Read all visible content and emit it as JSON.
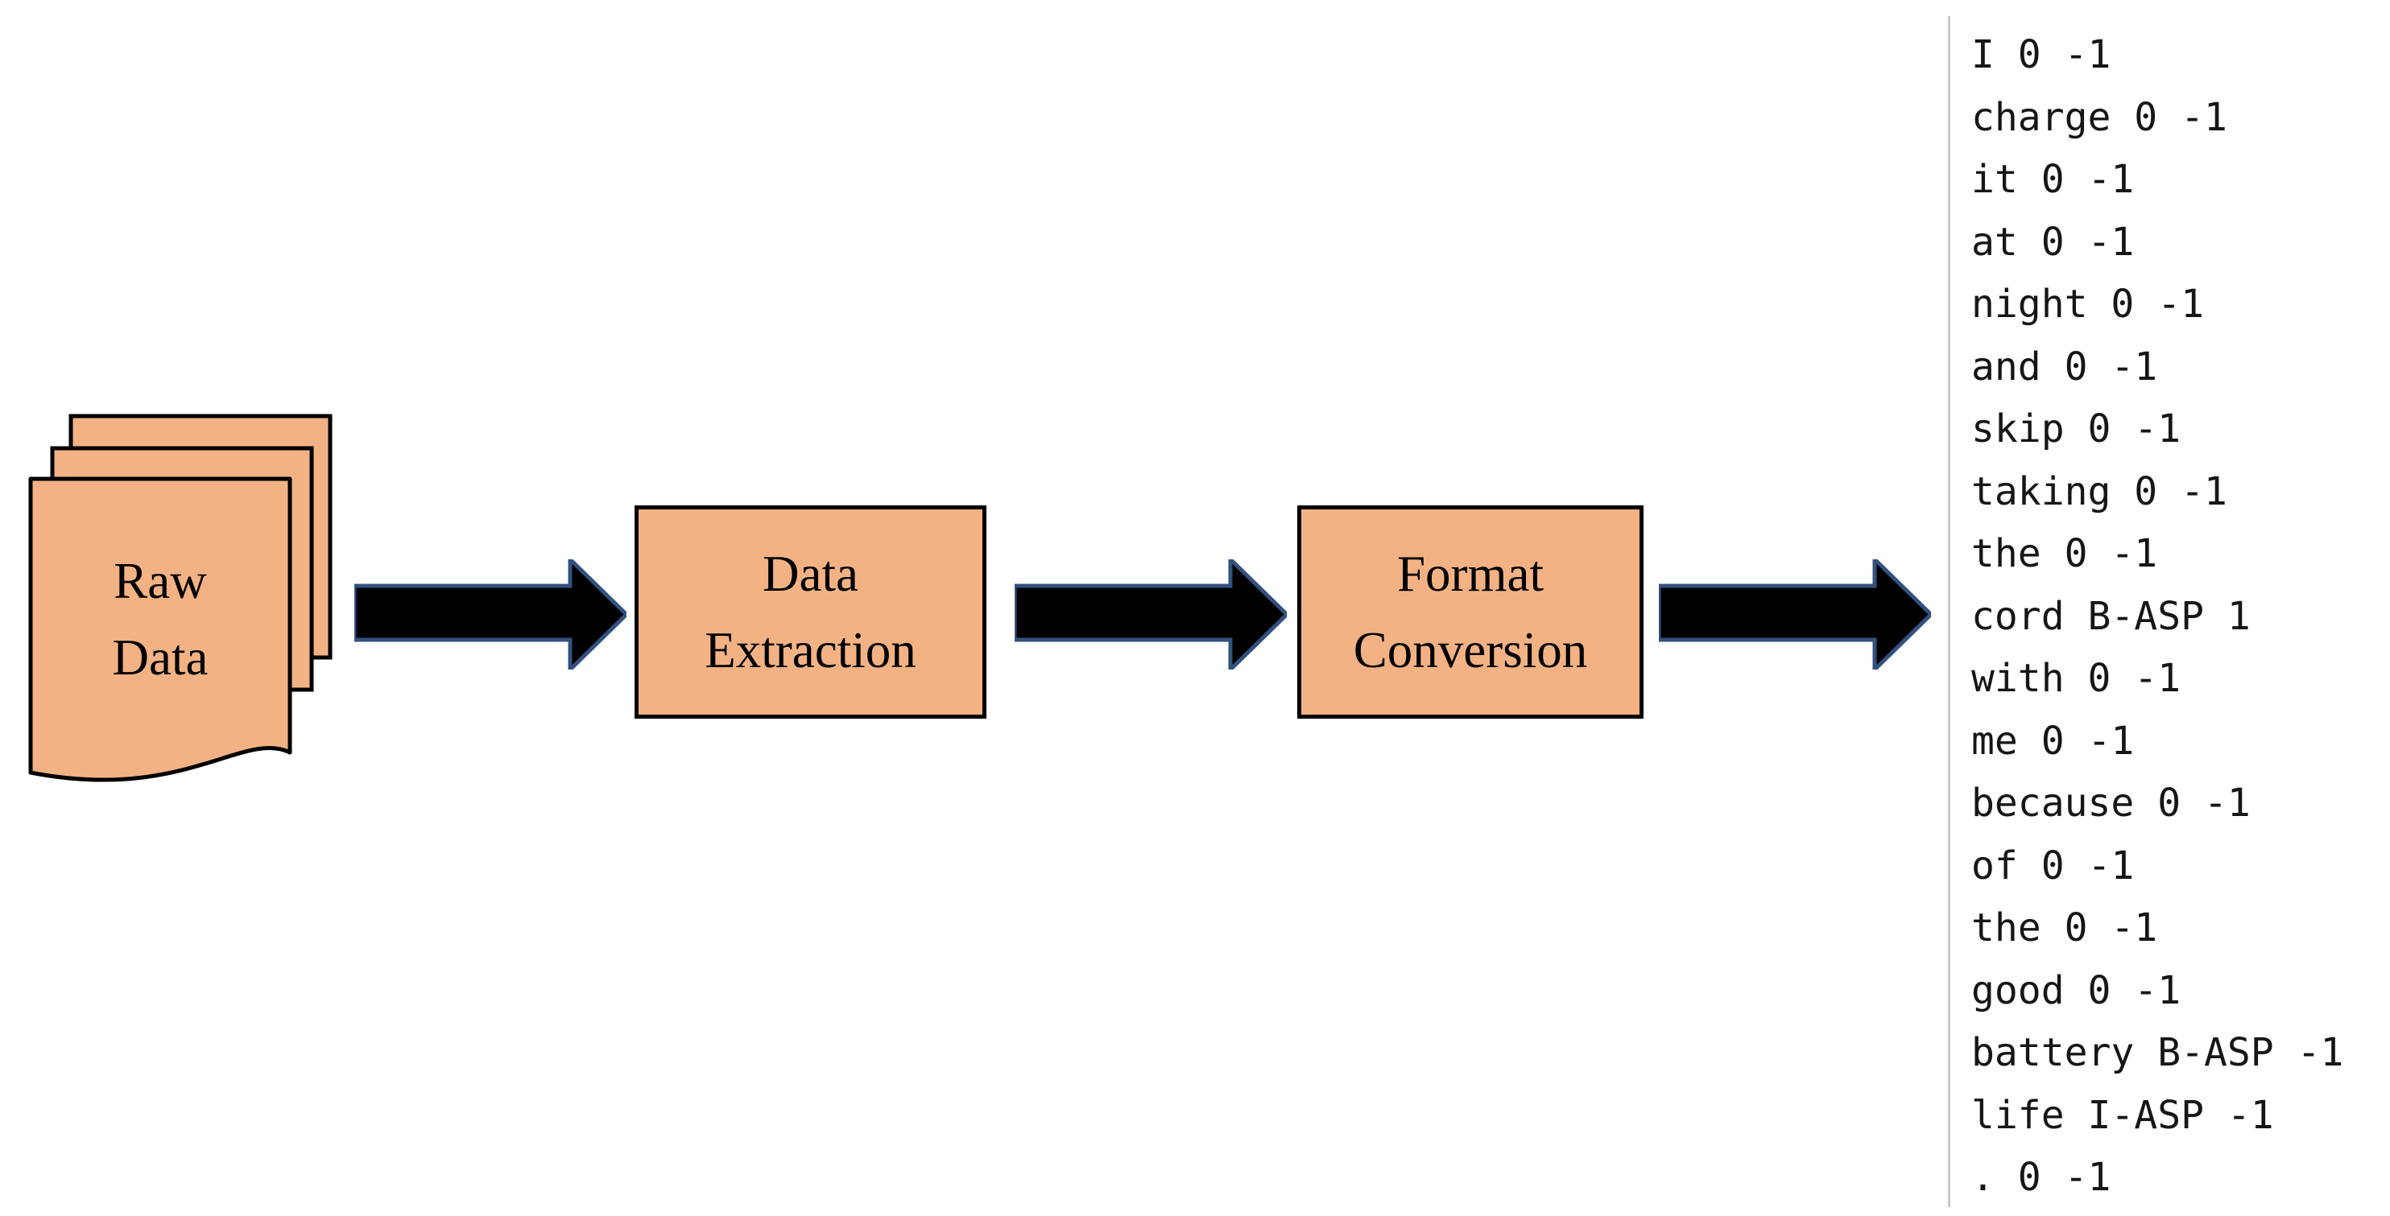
{
  "raw_data": {
    "line1": "Raw",
    "line2": "Data"
  },
  "steps": [
    {
      "line1": "Data",
      "line2": "Extraction"
    },
    {
      "line1": "Format",
      "line2": "Conversion"
    }
  ],
  "output": {
    "lines": [
      "I 0 -1",
      "charge 0 -1",
      "it 0 -1",
      "at 0 -1",
      "night 0 -1",
      "and 0 -1",
      "skip 0 -1",
      "taking 0 -1",
      "the 0 -1",
      "cord B-ASP 1",
      "with 0 -1",
      "me 0 -1",
      "because 0 -1",
      "of 0 -1",
      "the 0 -1",
      "good 0 -1",
      "battery B-ASP -1",
      "life I-ASP -1",
      ". 0 -1"
    ]
  },
  "colors": {
    "shape_fill": "#F2B284",
    "shape_border": "#000000",
    "arrow_fill": "#000000",
    "arrow_outline": "#33517E",
    "divider_line": "#C9C9C9",
    "text": "#161616"
  }
}
